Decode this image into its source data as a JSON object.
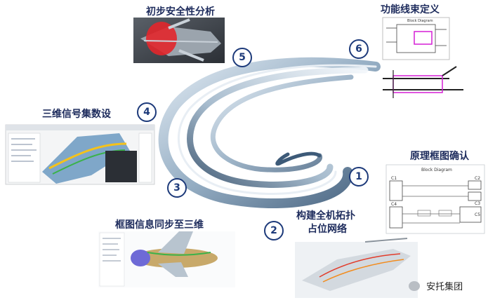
{
  "steps": [
    {
      "num": "1",
      "label": "原理框图确认"
    },
    {
      "num": "2",
      "label_line1": "构建全机拓扑",
      "label_line2": "占位网络"
    },
    {
      "num": "3",
      "label": "框图信息同步至三维"
    },
    {
      "num": "4",
      "label": "三维信号集数设"
    },
    {
      "num": "5",
      "label": "初步安全性分析"
    },
    {
      "num": "6",
      "label": "功能线束定义"
    }
  ],
  "block_diagram": {
    "title": "Block Diagram",
    "nodes": [
      "C1",
      "C2",
      "C3",
      "C4",
      "C5"
    ]
  },
  "harness_diagram": {
    "title": "Block Diagram"
  },
  "watermark": "安托集团",
  "colors": {
    "label": "#1d2b5c",
    "circle": "#1d3a7a",
    "magenta": "#d61fd6"
  }
}
